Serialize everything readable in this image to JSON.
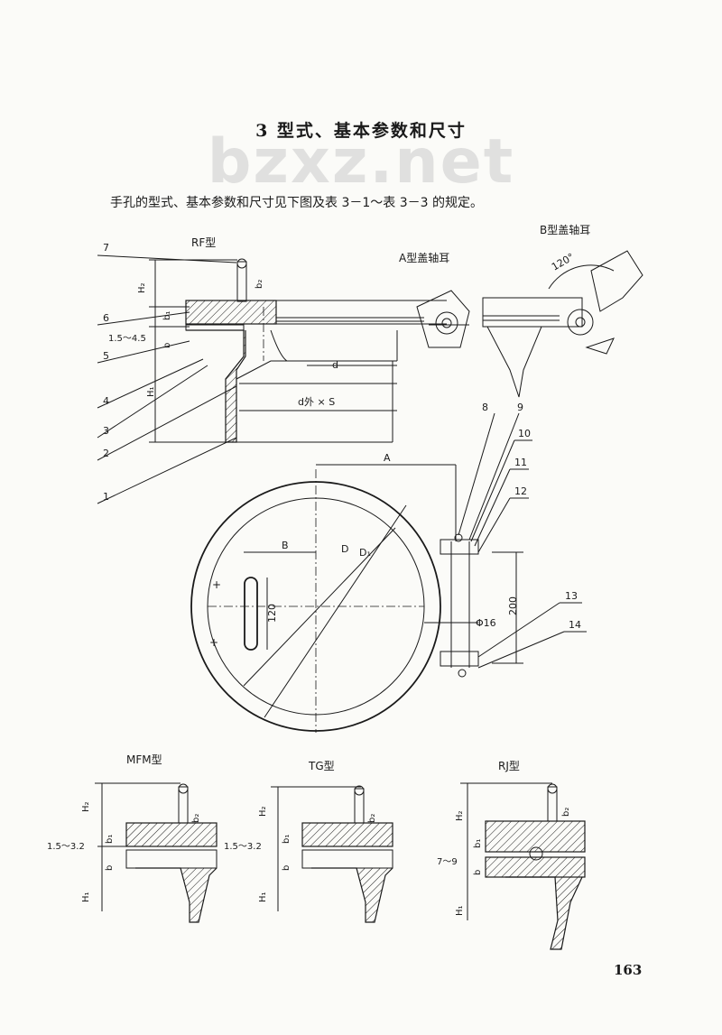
{
  "page": {
    "watermark": "bzxz.net",
    "title": "3 型式、基本参数和尺寸",
    "intro": "手孔的型式、基本参数和尺寸见下图及表 3－1～表 3－3 的规定。",
    "page_number": "163"
  },
  "figure": {
    "rf_type": "RF型",
    "a_type_ear": "A型盖轴耳",
    "b_type_ear": "B型盖轴耳",
    "mfm_type": "MFM型",
    "tg_type": "TG型",
    "rj_type": "RJ型",
    "angle": "120°",
    "dims": {
      "H2": "H₂",
      "H1": "H₁",
      "b": "b",
      "b1": "b₁",
      "b2": "b₂",
      "d": "d",
      "dw_s": "d外 × S",
      "A": "A",
      "B": "B",
      "D": "D",
      "D1": "D₁",
      "v120": "120",
      "v200": "200",
      "phi16": "Φ16",
      "gap_rf": "1.5～4.5",
      "gap_mfm": "1.5～3.2",
      "gap_tg": "1.5～3.2",
      "gap_rj": "7～9"
    },
    "callouts": [
      "1",
      "2",
      "3",
      "4",
      "5",
      "6",
      "7",
      "8",
      "9",
      "10",
      "11",
      "12",
      "13",
      "14"
    ]
  }
}
